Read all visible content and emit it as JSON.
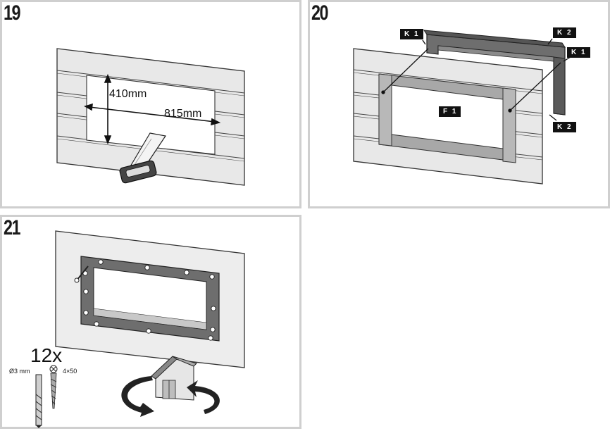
{
  "steps": {
    "s19": {
      "number": "19",
      "height_label": "410mm",
      "width_label": "815mm"
    },
    "s20": {
      "number": "20",
      "labels": {
        "k1_top": "K 1",
        "k2_top": "K 2",
        "k1_right": "K 1",
        "k2_bottom": "K 2",
        "f1": "F 1"
      }
    },
    "s21": {
      "number": "21",
      "quantity": "12x",
      "drill_label": "Ø3 mm",
      "screw_label": "4×50"
    }
  },
  "icons": [
    "handsaw-icon",
    "drill-bit-icon",
    "screw-icon",
    "shed-icon",
    "rotate-arrow-icon"
  ]
}
